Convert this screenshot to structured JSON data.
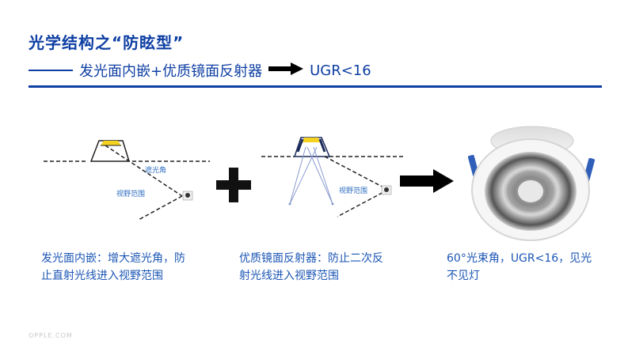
{
  "title": "光学结构之“防眩型”",
  "subtitle": {
    "text": "发光面内嵌+优质镜面反射器",
    "ugr": "UGR<16"
  },
  "diagram1": {
    "label_shield": "遮光角",
    "label_view": "视野范围"
  },
  "diagram2": {
    "label_view": "视野范围"
  },
  "captions": {
    "c1_line1": "发光面内嵌：增大遮光角，防",
    "c1_line2": "止直射光线进入视野范围",
    "c2_line1": "优质镜面反射器：防止二次反",
    "c2_line2": "射光线进入视野范围",
    "c3_line1": "60°光束角，UGR<16，见光",
    "c3_line2": "不见灯"
  },
  "footer": "OPPLE.COM",
  "colors": {
    "brand_blue": "#0e3fa3",
    "label_blue": "#2f6fc0",
    "caption_blue": "#1b56b5"
  }
}
